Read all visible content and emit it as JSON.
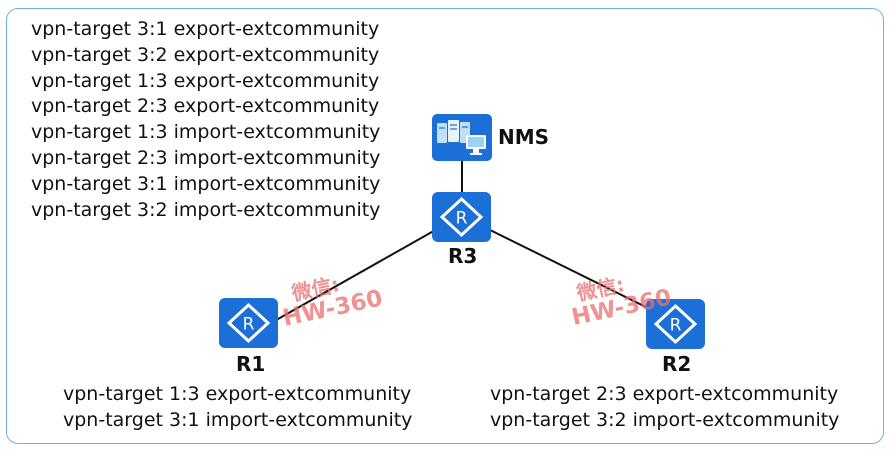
{
  "diagram": {
    "config_r3": [
      "vpn-target 3:1 export-extcommunity",
      "vpn-target 3:2 export-extcommunity",
      "vpn-target 1:3 export-extcommunity",
      "vpn-target 2:3 export-extcommunity",
      "vpn-target 1:3 import-extcommunity",
      "vpn-target 2:3 import-extcommunity",
      "vpn-target 3:1 import-extcommunity",
      "vpn-target 3:2 import-extcommunity"
    ],
    "config_r1": [
      "vpn-target 1:3 export-extcommunity",
      "vpn-target 3:1 import-extcommunity"
    ],
    "config_r2": [
      "vpn-target 2:3 export-extcommunity",
      "vpn-target 3:2 import-extcommunity"
    ],
    "nodes": {
      "nms": {
        "label": "NMS",
        "icon": "server-icon"
      },
      "r3": {
        "label": "R3",
        "icon": "router-icon"
      },
      "r1": {
        "label": "R1",
        "icon": "router-icon"
      },
      "r2": {
        "label": "R2",
        "icon": "router-icon"
      }
    },
    "watermark": {
      "line1": "微信:",
      "line2": "HW-360"
    },
    "colors": {
      "device_blue": "#1b6fd6",
      "frame_border": "#6bb4e6",
      "link": "#111111",
      "watermark": "#e86e6e"
    }
  }
}
